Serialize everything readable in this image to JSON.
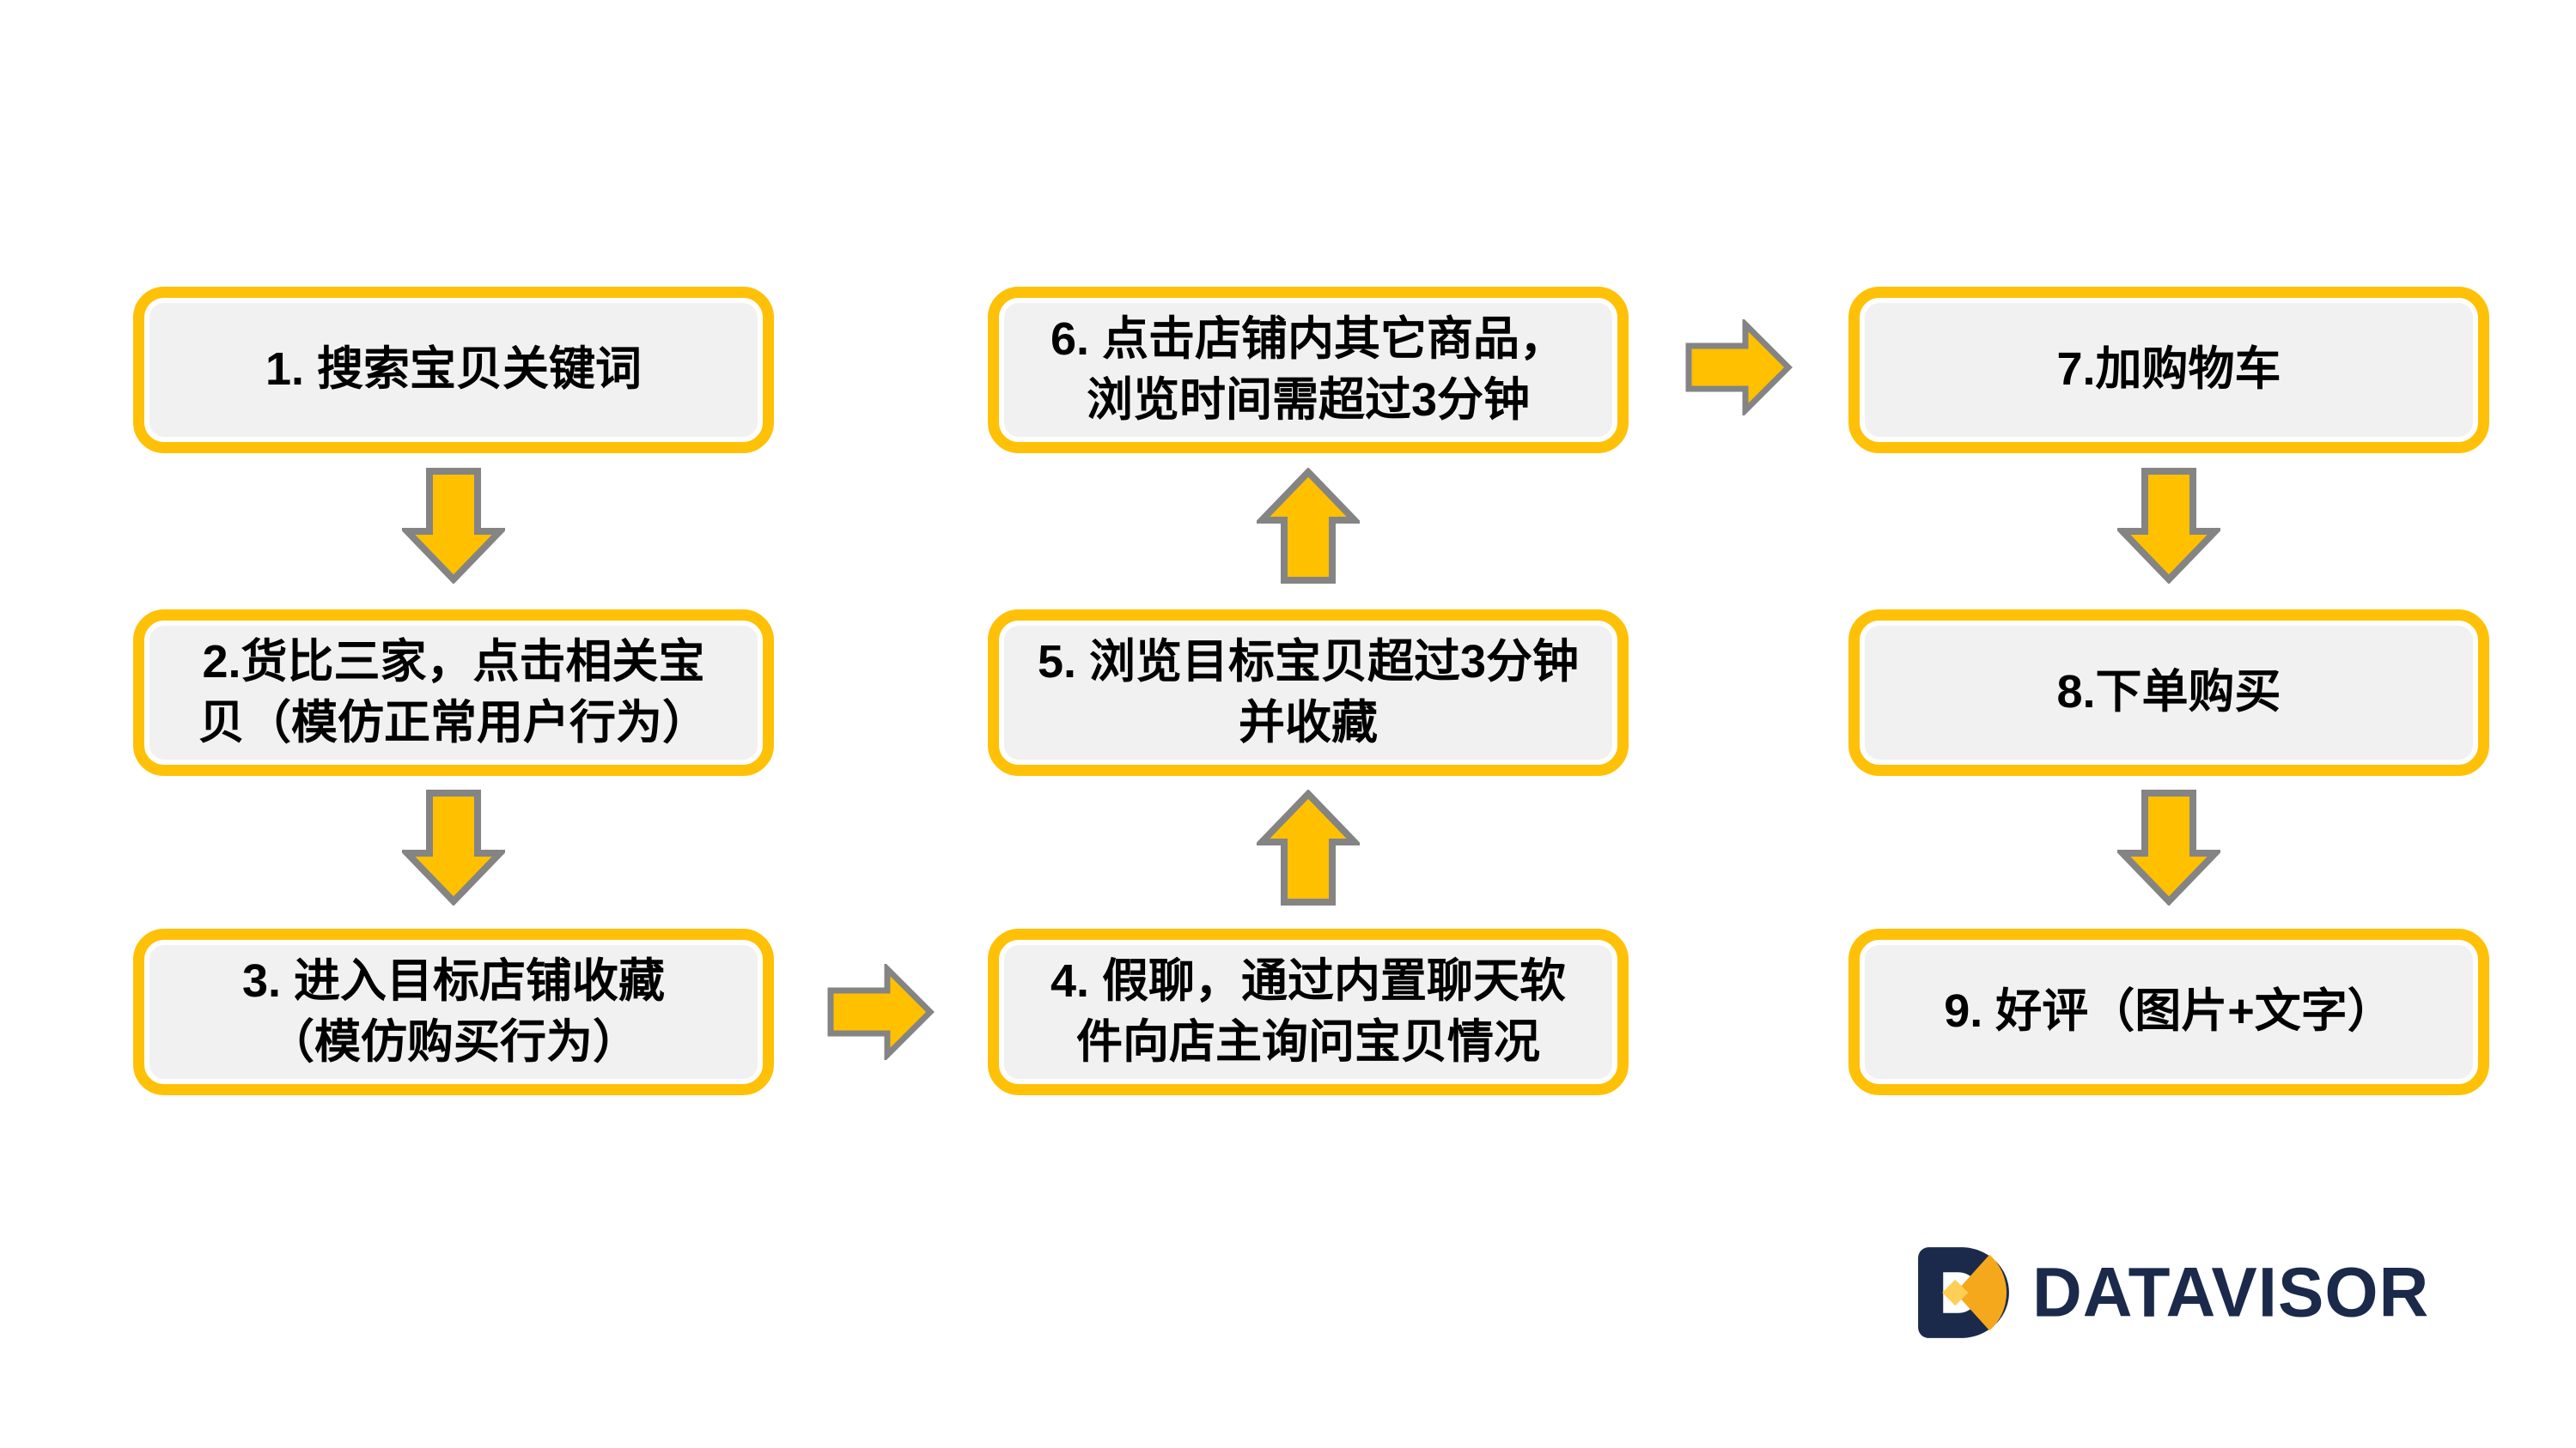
{
  "canvas": {
    "background": "#FFFFFF"
  },
  "colors": {
    "box_border": "#FFC107",
    "box_fill": "#F1F1F2",
    "box_inner_ring": "#FFFFFF",
    "arrow_fill": "#FFC000",
    "arrow_outline": "#848484",
    "text": "#000000",
    "logo_navy": "#1B2A4A",
    "logo_gold": "#F5A81C",
    "logo_gold_light": "#FFCE55"
  },
  "flow": {
    "boxes": [
      {
        "num": "1",
        "label": "1. 搜索宝贝关键词"
      },
      {
        "num": "2",
        "label": "2.货比三家，点击相关宝\n贝（模仿正常用户行为）"
      },
      {
        "num": "3",
        "label": "3. 进入目标店铺收藏\n（模仿购买行为）"
      },
      {
        "num": "4",
        "label": "4. 假聊，通过内置聊天软\n件向店主询问宝贝情况"
      },
      {
        "num": "5",
        "label": "5. 浏览目标宝贝超过3分钟\n并收藏"
      },
      {
        "num": "6",
        "label": "6. 点击店铺内其它商品，\n浏览时间需超过3分钟"
      },
      {
        "num": "7",
        "label": "7.加购物车"
      },
      {
        "num": "8",
        "label": "8.下单购买"
      },
      {
        "num": "9",
        "label": "9. 好评（图片+文字）"
      }
    ],
    "connections": [
      {
        "from": "1",
        "to": "2",
        "direction": "down"
      },
      {
        "from": "2",
        "to": "3",
        "direction": "down"
      },
      {
        "from": "3",
        "to": "4",
        "direction": "right"
      },
      {
        "from": "4",
        "to": "5",
        "direction": "up"
      },
      {
        "from": "5",
        "to": "6",
        "direction": "up"
      },
      {
        "from": "6",
        "to": "7",
        "direction": "right"
      },
      {
        "from": "7",
        "to": "8",
        "direction": "down"
      },
      {
        "from": "8",
        "to": "9",
        "direction": "down"
      }
    ]
  },
  "logo": {
    "brand": "DATAVISOR"
  }
}
